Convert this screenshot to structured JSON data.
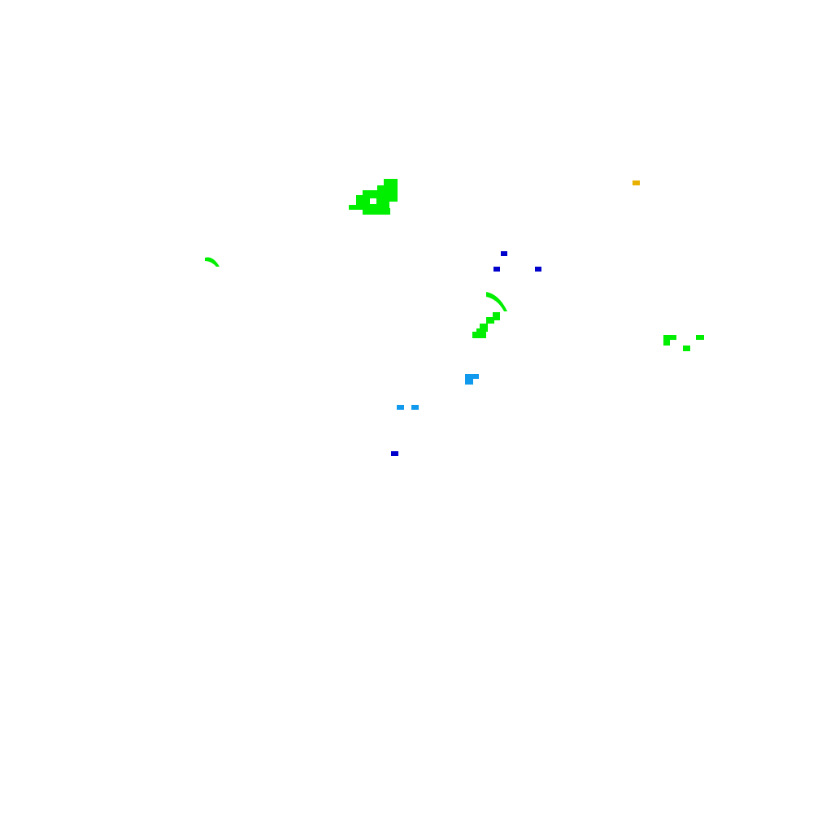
{
  "map": {
    "background": "#ffffff",
    "colors": {
      "green": "#00ee00",
      "dark_blue": "#0000cc",
      "light_blue": "#1199ee",
      "orange": "#e8b000"
    },
    "features": [
      {
        "name": "green-patch-large",
        "color": "green"
      },
      {
        "name": "green-arc-small",
        "color": "green"
      },
      {
        "name": "dark-blue-dot",
        "color": "dark_blue"
      },
      {
        "name": "dark-blue-dot",
        "color": "dark_blue"
      },
      {
        "name": "dark-blue-dot",
        "color": "dark_blue"
      },
      {
        "name": "green-arc-center",
        "color": "green"
      },
      {
        "name": "green-staircase",
        "color": "green"
      },
      {
        "name": "green-cluster-right",
        "color": "green"
      },
      {
        "name": "light-blue-patch",
        "color": "light_blue"
      },
      {
        "name": "light-blue-dot",
        "color": "light_blue"
      },
      {
        "name": "light-blue-dot",
        "color": "light_blue"
      },
      {
        "name": "dark-blue-dot",
        "color": "dark_blue"
      },
      {
        "name": "orange-dot",
        "color": "orange"
      }
    ]
  }
}
